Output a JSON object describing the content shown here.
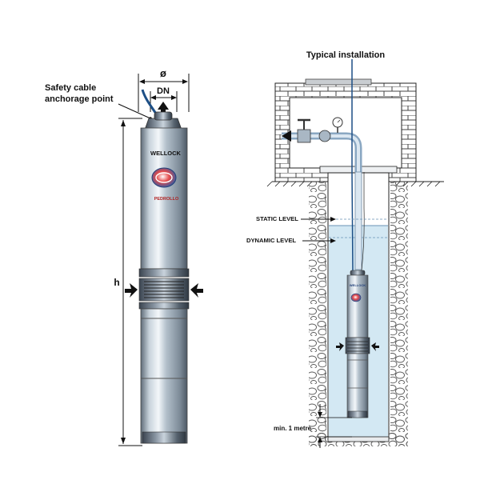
{
  "left_figure": {
    "callout_safety_line1": "Safety cable",
    "callout_safety_line2": "anchorage point",
    "dim_diameter": "ø",
    "dim_dn": "DN",
    "dim_height": "h",
    "brand_line1": "WELLOCK",
    "brand_line2": "PEDROLLO"
  },
  "right_figure": {
    "title": "Typical installation",
    "static_level": "STATIC LEVEL",
    "dynamic_level": "DYNAMIC LEVEL",
    "min_distance": "min. 1 metre",
    "brand_line1": "WELLOCK"
  },
  "colors": {
    "pump_body": "#b8c4cf",
    "pump_highlight": "#eef3f7",
    "pump_shadow": "#6d7b88",
    "water": "#cde6f3",
    "pipe": "#5b8fc2",
    "cable": "#1d4f86",
    "brand_red": "#d22a2a",
    "brand_blue": "#2a5da8"
  }
}
